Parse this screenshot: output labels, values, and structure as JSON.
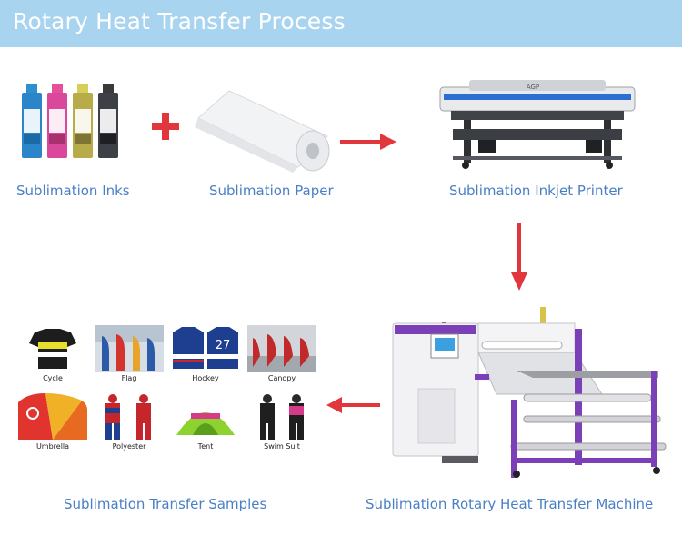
{
  "title": "Rotary Heat Transfer Process",
  "steps": {
    "inks": "Sublimation Inks",
    "paper": "Sublimation Paper",
    "printer": "Sublimation Inkjet Printer",
    "machine": "Sublimation Rotary Heat Transfer Machine",
    "samples": "Sublimation Transfer Samples"
  },
  "printer_brand": "AGP",
  "samples": [
    {
      "label": "Cycle"
    },
    {
      "label": "Flag"
    },
    {
      "label": "Hockey"
    },
    {
      "label": "Canopy"
    },
    {
      "label": "Umbrella"
    },
    {
      "label": "Polyester"
    },
    {
      "label": "Tent"
    },
    {
      "label": "Swim Suit"
    }
  ],
  "colors": {
    "banner": "#a8d4ef",
    "caption": "#4a7fc6",
    "arrow": "#e0363c",
    "machine_purple": "#7b3fb8"
  }
}
